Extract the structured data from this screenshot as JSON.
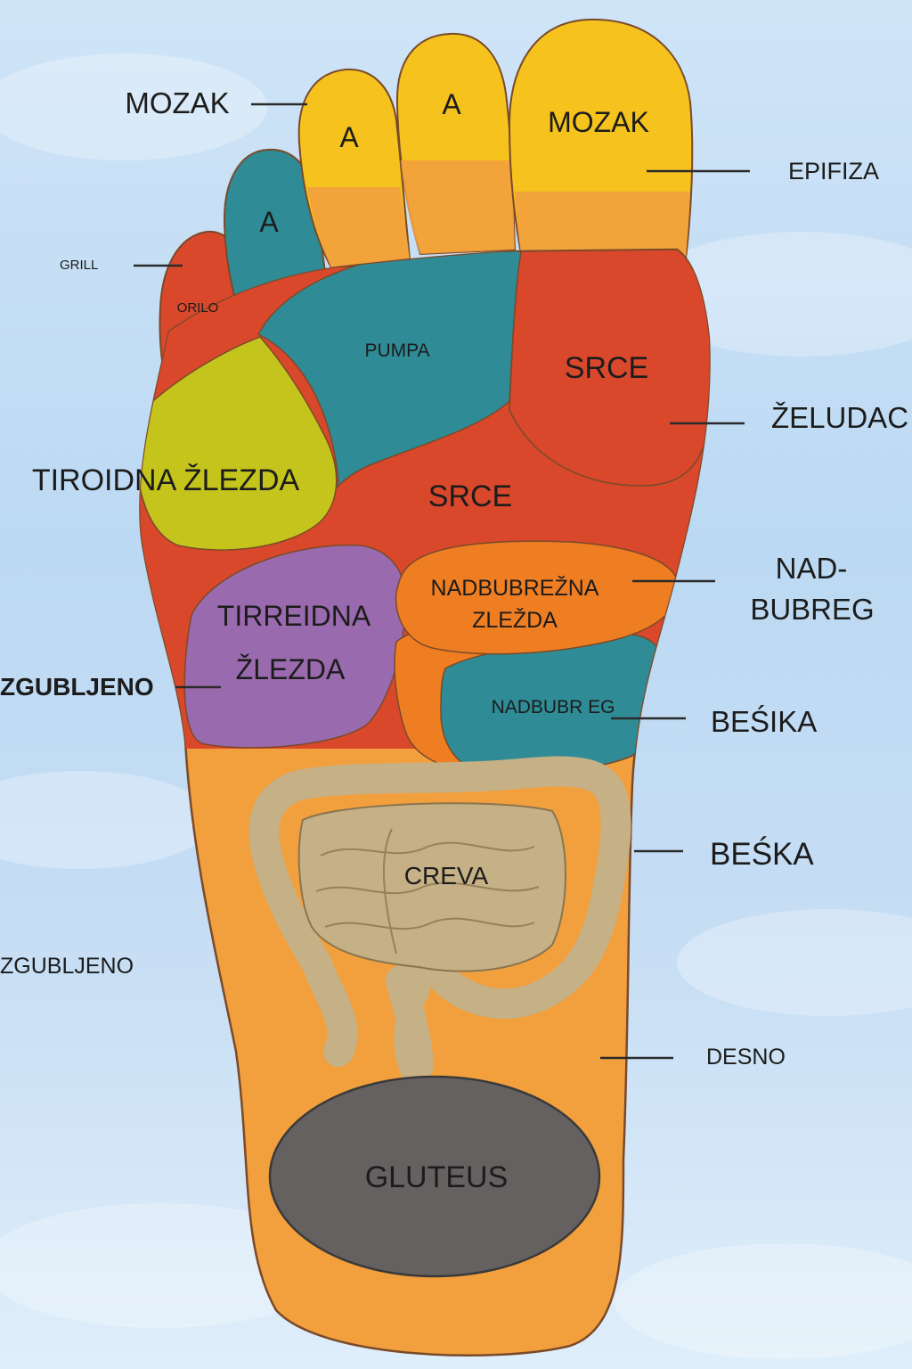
{
  "diagram": {
    "zones": {
      "toe_small": "ORILO",
      "toe_fourth": "A",
      "toe_third": "A",
      "toe_second": "A",
      "toe_big": "MOZAK",
      "pumpa": "PUMPA",
      "srce_upper": "SRCE",
      "tiroidna": "TIROIDNA ŽLEZDA",
      "srce_mid": "SRCE",
      "tirreidna_line1": "TIRREIDNA",
      "tirreidna_line2": "ŽLEZDA",
      "nadbubrezna_line1": "NADBUBREŽNA",
      "nadbubrezna_line2": "ZLEŽDA",
      "nadbubreg_zone": "NADBUBR EG",
      "creva": "CREVA",
      "gluteus": "GLUTEUS"
    },
    "callouts": {
      "mozak_left": "MOZAK",
      "epifiza": "EPIFIZA",
      "grill": "GRILL",
      "zeludac": "ŽELUDAC",
      "nad": "NAD-",
      "bubreg": "BUBREG",
      "izgubljeno_1": "ZGUBLJENO",
      "besika": "BEŚIKA",
      "beska": "BEŚKA",
      "izgubljeno_2": "ZGUBLJENO",
      "desno": "DESNO"
    },
    "colors": {
      "sole": "#f2a03d",
      "teal": "#2f8b95",
      "yellow": "#f5c21e",
      "red": "#d9482b",
      "olive": "#c4c41c",
      "purple": "#9a6aae",
      "orange": "#ef7e22",
      "intestine": "#c6b086",
      "gluteus": "#656161"
    }
  }
}
